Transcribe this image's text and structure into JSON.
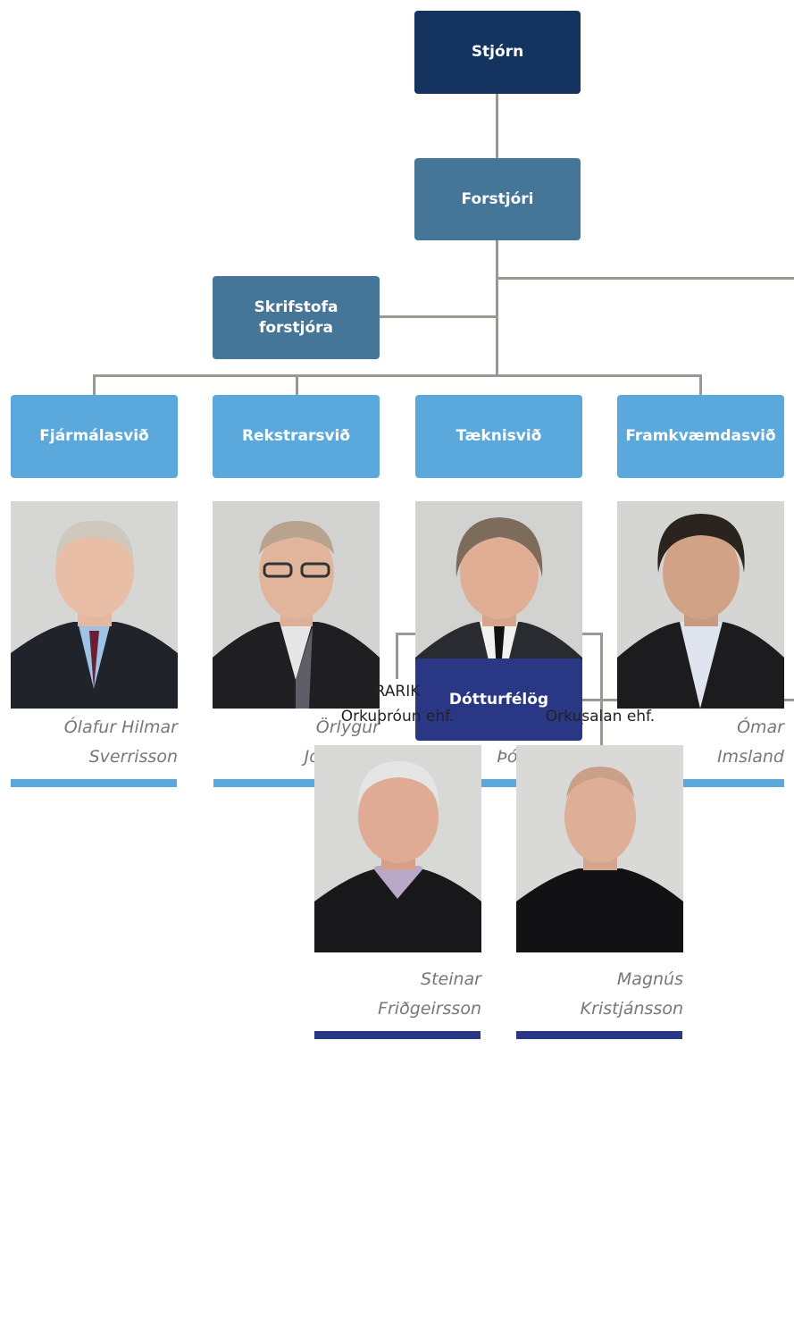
{
  "colors": {
    "board": "#14335e",
    "ceo": "#457597",
    "office": "#457597",
    "division": "#5ba9dc",
    "subsidiary": "#2a3785",
    "connector": "#9a9890",
    "division_bar": "#5ba9dc",
    "subsidiary_bar": "#2a3785"
  },
  "board": {
    "label": "Stjórn"
  },
  "ceo": {
    "label": "Forstjóri"
  },
  "office": {
    "label": "Skrifstofa\nforstjóra"
  },
  "divisions": [
    {
      "label": "Fjármálasvið",
      "person": "Ólafur Hilmar\nSverrisson",
      "photo_icon": "portrait-man-blue-shirt"
    },
    {
      "label": "Rekstrarsvið",
      "person": "Örlygur\nJónasson",
      "photo_icon": "portrait-man-glasses"
    },
    {
      "label": "Tæknisvið",
      "person": "Pétur Einir\nÞórðarson",
      "photo_icon": "portrait-man-tie"
    },
    {
      "label": "Framkvæmdasvið",
      "person": "Ómar\nImsland",
      "photo_icon": "portrait-man-dark-hair"
    }
  ],
  "subsidiaries": {
    "label": "Dótturfélög",
    "items": [
      {
        "company": "RARIK\nOrkuþróun ehf.",
        "person": "Steinar\nFriðgeirsson",
        "photo_icon": "portrait-man-white-hair"
      },
      {
        "company": "Orkusalan ehf.",
        "person": "Magnús\nKristjánsson",
        "photo_icon": "portrait-man-bald"
      }
    ]
  }
}
